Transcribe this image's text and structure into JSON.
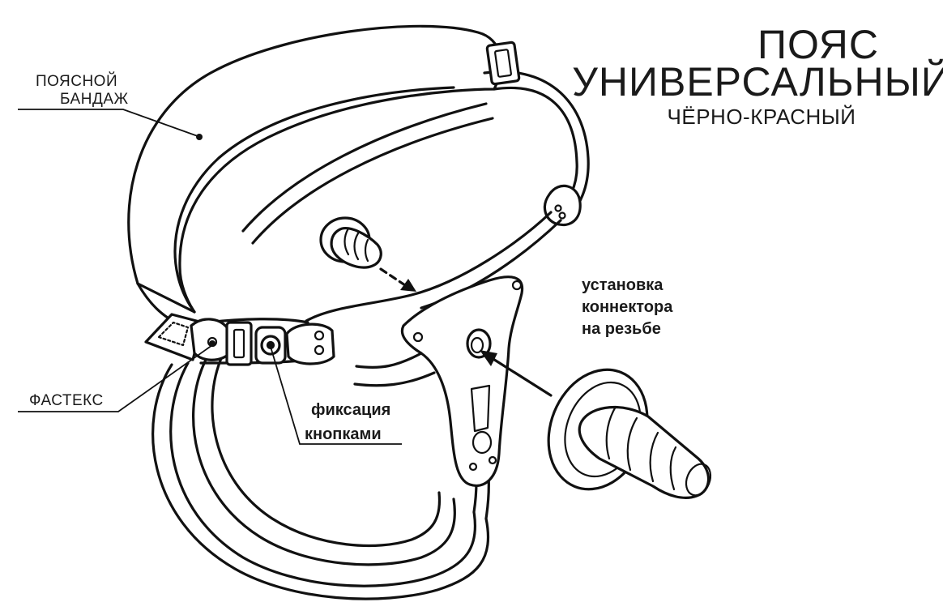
{
  "title": {
    "line1": "ПОЯС",
    "line2": "УНИВЕРСАЛЬНЫЙ",
    "line3": "ЧЁРНО-КРАСНЫЙ"
  },
  "callouts": {
    "waist_band": {
      "line1": "ПОЯСНОЙ",
      "line2": "БАНДАЖ"
    },
    "fastex": {
      "label": "ФАСТЕКС"
    },
    "snap_fixing": {
      "line1": "фиксация",
      "line2": "кнопками"
    },
    "connector": {
      "line1": "установка",
      "line2": "коннектора",
      "line3": "на резьбе"
    }
  }
}
